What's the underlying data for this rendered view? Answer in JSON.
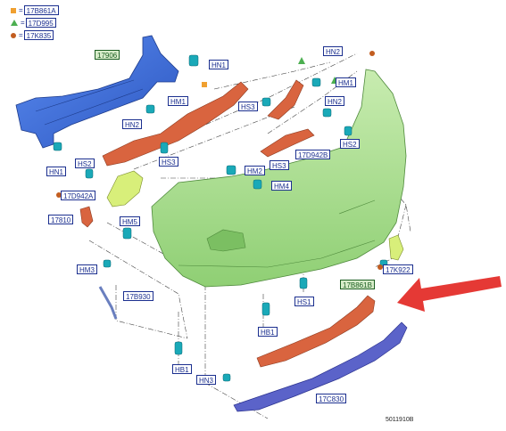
{
  "legend": [
    {
      "symbol": "square-icon",
      "color": "#f0a030",
      "code": "17B861A"
    },
    {
      "symbol": "triangle-icon",
      "color": "#4caf50",
      "code": "17D995"
    },
    {
      "symbol": "dot-icon",
      "color": "#c25d20",
      "code": "17K835"
    }
  ],
  "labels": {
    "l17906": "17906",
    "hn1_top": "HN1",
    "hm1_left": "HM1",
    "hn2_left": "HN2",
    "hs3_left": "HS3",
    "hs3_center": "HS3",
    "hn2_top": "HN2",
    "hm1_right": "HM1",
    "hn2_right": "HN2",
    "hs2_right": "HS2",
    "l17d942b": "17D942B",
    "hs3_mid": "HS3",
    "hm2": "HM2",
    "hm4": "HM4",
    "hn1_left": "HN1",
    "hs2_left": "HS2",
    "l17d942a": "17D942A",
    "l17810": "17810",
    "hm5": "HM5",
    "hm3": "HM3",
    "l17b930": "17B930",
    "hb1_mid": "HB1",
    "hs1": "HS1",
    "l17b861b": "17B861B",
    "hb1_low": "HB1",
    "hn3": "HN3",
    "l17c830": "17C830",
    "l17k922": "17K922"
  },
  "reference": "5011910B",
  "colors": {
    "beam_blue": "#3f6fd8",
    "bumper_green": "#a6d98a",
    "bracket_red": "#d9643f",
    "clip_cyan": "#1aa9b8",
    "arrow_red": "#e53935",
    "lower_blue": "#5b63c9"
  }
}
